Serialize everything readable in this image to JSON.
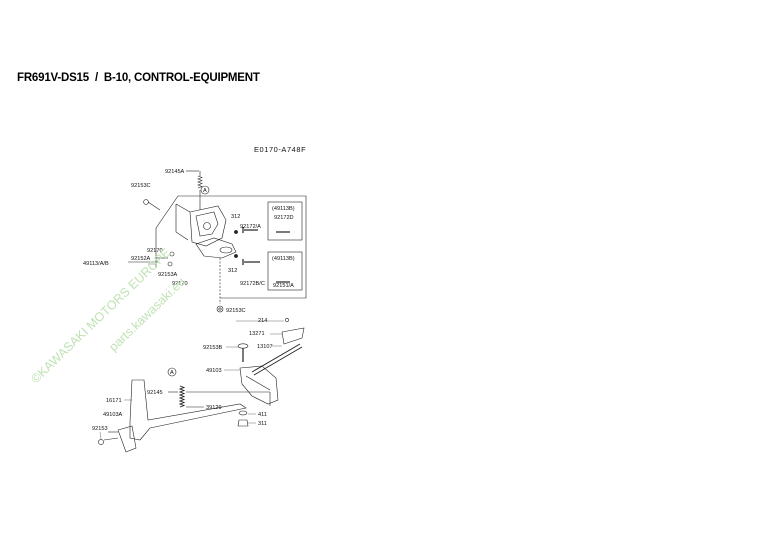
{
  "title": "FR691V-DS15  /  B-10, CONTROL-EQUIPMENT",
  "diagram_code": "E0170-A748F",
  "watermark": {
    "line1": "©KAWASAKI MOTORS EUROPE",
    "line2": "parts.kawasaki.eu"
  },
  "reference_marks": {
    "a_top": "A",
    "a_bottom": "A"
  },
  "part_labels": {
    "p92145A": "92145A",
    "p92153C_top": "92153C",
    "p312_a": "312",
    "p92172A": "92172/A",
    "p49113B_a": "(49113B)",
    "p92172D": "92172D",
    "p92170_a": "92170",
    "p92152A": "92152A",
    "p49113AB": "49113/A/B",
    "p92153A": "92153A",
    "p92170_b": "92170",
    "p312_b": "312",
    "p92172BC": "92172B/C",
    "p49113B_b": "(49113B)",
    "p92151A": "92151/A",
    "p92153C_bottom": "92153C",
    "p214": "214",
    "p13271": "13271",
    "p92153B": "92153B",
    "p13107": "13107",
    "p49103": "49103",
    "p92145": "92145",
    "p16171": "16171",
    "p39129": "39129",
    "p411": "411",
    "p49103A": "49103A",
    "p311": "311",
    "p92153": "92153"
  }
}
